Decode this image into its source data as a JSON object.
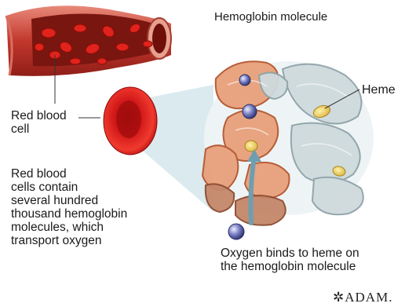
{
  "title": "Hemoglobin molecule",
  "labels": {
    "heme": "Heme",
    "red_blood_cell": [
      "Red blood",
      "cell"
    ],
    "description": [
      "Red blood",
      "cells contain",
      "several hundred",
      "thousand hemoglobin",
      "molecules, which",
      "transport oxygen"
    ],
    "oxygen_binding": [
      "Oxygen binds to heme on",
      "the hemoglobin molecule"
    ]
  },
  "logo": "ADAM."
}
